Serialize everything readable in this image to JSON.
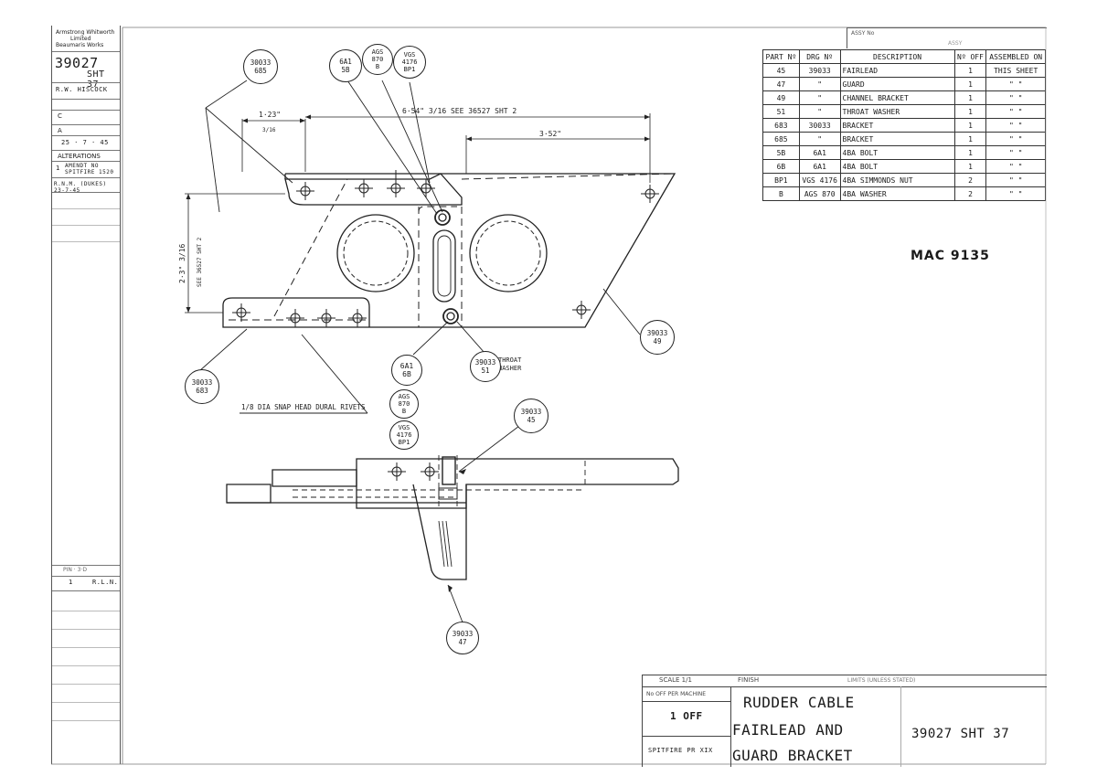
{
  "left_strip": {
    "company": "Armstrong Whitworth",
    "company_line2": "Limited",
    "works": "Beaumaris Works",
    "drawing_no": "39027",
    "sheet": "SHT 37",
    "drawn_by": "R.W. HISCOCK",
    "mark_c": "C",
    "mark_a": "A",
    "date": "25 · 7 · 45",
    "alterations": "ALTERATIONS",
    "alt_no": "1",
    "alt_text_1": "AMENDT NO",
    "alt_text_2": "SPITFIRE 1520",
    "alt_text_3": "R.N.M. (DUKES) 23-7-45",
    "lower_header": "PIN · 3·D",
    "lower_no": "1",
    "lower_init": "R.L.N."
  },
  "top_right": {
    "assy_label": "ASSY No",
    "assy_sub": "ASSY"
  },
  "parts_table": {
    "headers": [
      "PART Nº",
      "DRG Nº",
      "DESCRIPTION",
      "Nº OFF",
      "ASSEMBLED ON"
    ],
    "rows": [
      [
        "45",
        "39033",
        "FAIRLEAD",
        "1",
        "THIS SHEET"
      ],
      [
        "47",
        "\"",
        "GUARD",
        "1",
        "\"  \""
      ],
      [
        "49",
        "\"",
        "CHANNEL BRACKET",
        "1",
        "\"  \""
      ],
      [
        "51",
        "\"",
        "THROAT WASHER",
        "1",
        "\"  \""
      ],
      [
        "683",
        "30033",
        "BRACKET",
        "1",
        "\"  \""
      ],
      [
        "685",
        "\"",
        "BRACKET",
        "1",
        "\"  \""
      ],
      [
        "5B",
        "6A1",
        "4BA BOLT",
        "1",
        "\"  \""
      ],
      [
        "6B",
        "6A1",
        "4BA BOLT",
        "1",
        "\"  \""
      ],
      [
        "BP1",
        "VGS 4176",
        "4BA SIMMONDS NUT",
        "2",
        "\"  \""
      ],
      [
        "B",
        "AGS 870",
        "4BA WASHER",
        "2",
        "\"  \""
      ]
    ]
  },
  "mac_number": "MAC 9135",
  "dimensions": {
    "d1": "1·23\"",
    "d1_sub": "3/16",
    "d2": "6·54\" 3/16  SEE 36527 SHT 2",
    "d3": "3·52\"",
    "d4": "2·3\" 3/16",
    "d4_sub": "SEE 36527 SHT 2"
  },
  "callouts": {
    "c1_top": "30033",
    "c1_bot": "685",
    "c2_top": "6A1",
    "c2_bot": "5B",
    "c3_top": "AGS",
    "c3_mid": "870",
    "c3_bot": "B",
    "c4_top": "VGS",
    "c4_mid": "4176",
    "c4_bot": "BP1",
    "c5_top": "39033",
    "c5_bot": "49",
    "c6_top": "30033",
    "c6_bot": "683",
    "c7_top": "6A1",
    "c7_bot": "6B",
    "c8_top": "39033",
    "c8_bot": "51",
    "c9_top": "AGS",
    "c9_mid": "870",
    "c9_bot": "B",
    "c10_top": "VGS",
    "c10_mid": "4176",
    "c10_bot": "BP1",
    "c11_top": "39033",
    "c11_bot": "45",
    "c12_top": "39033",
    "c12_bot": "47"
  },
  "notes": {
    "throat_1": "THROAT",
    "throat_2": "WASHER",
    "rivets": "1/8 DIA SNAP HEAD DURAL RIVETS"
  },
  "title_block": {
    "scale": "SCALE 1/1",
    "finish": "FINISH",
    "limits": "LIMITS (UNLESS STATED)",
    "no_off_label": "No OFF PER MACHINE",
    "no_off_value": "1 OFF",
    "aircraft": "SPITFIRE PR XIX",
    "title_1": "RUDDER CABLE",
    "title_2": "FAIRLEAD AND",
    "title_3": "GUARD BRACKET",
    "drawing_ref": "39027 SHT 37"
  }
}
